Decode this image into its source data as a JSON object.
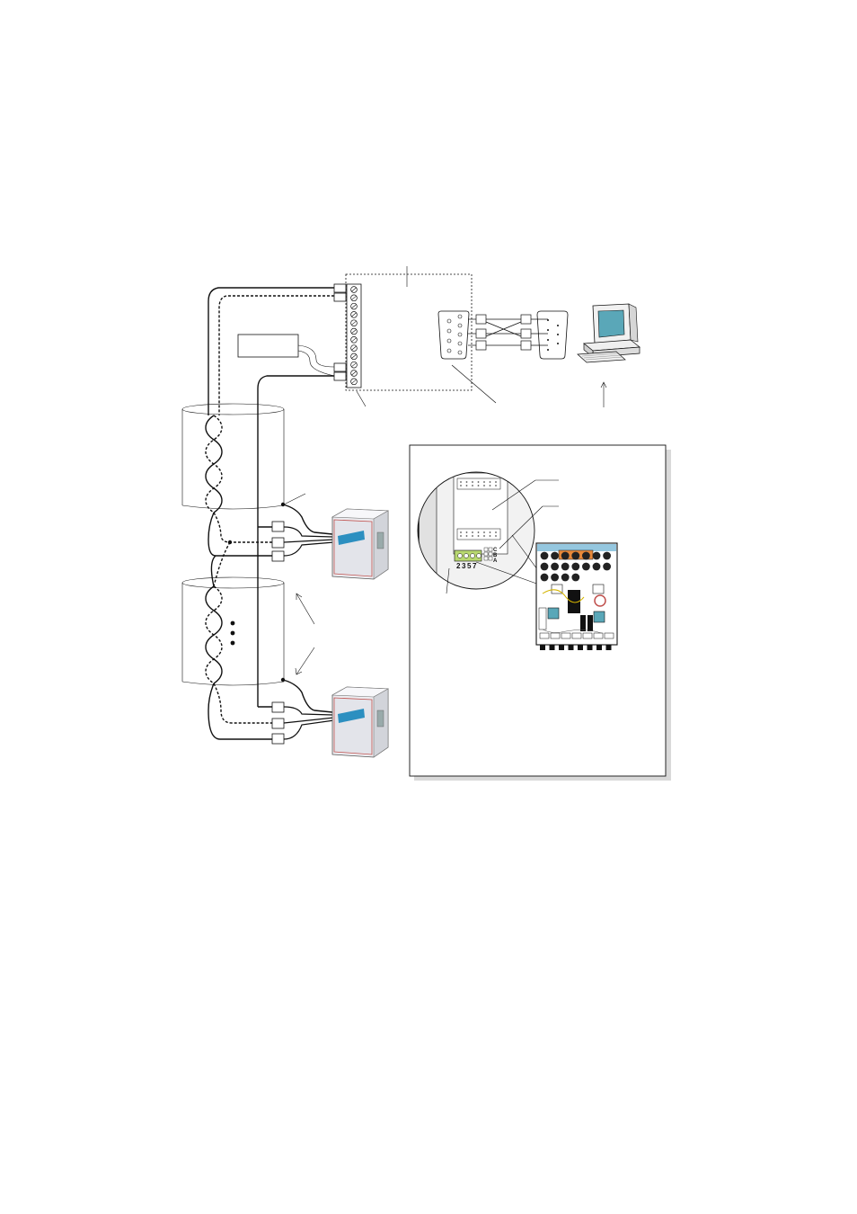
{
  "detail_terminal_digits": [
    "2",
    "3",
    "5",
    "7"
  ],
  "detail_side_letters": [
    "C",
    "B",
    "A"
  ],
  "ellipsis_marks": 3,
  "colors": {
    "line": "#111111",
    "cable_fill": "#ffffff",
    "device_body": "#ececf0",
    "device_accent": "#2c8fc0",
    "device_edge": "#c0504d",
    "monitor_screen": "#5aa7b8",
    "terminal_green": "#b8d870",
    "relay_orange": "#e8893a",
    "inset_shadow": "#d9d9d9"
  },
  "icons": {
    "computer": "desktop-computer-icon",
    "serial_port": "db9-connector-icon",
    "controller": "wall-controller-icon"
  }
}
